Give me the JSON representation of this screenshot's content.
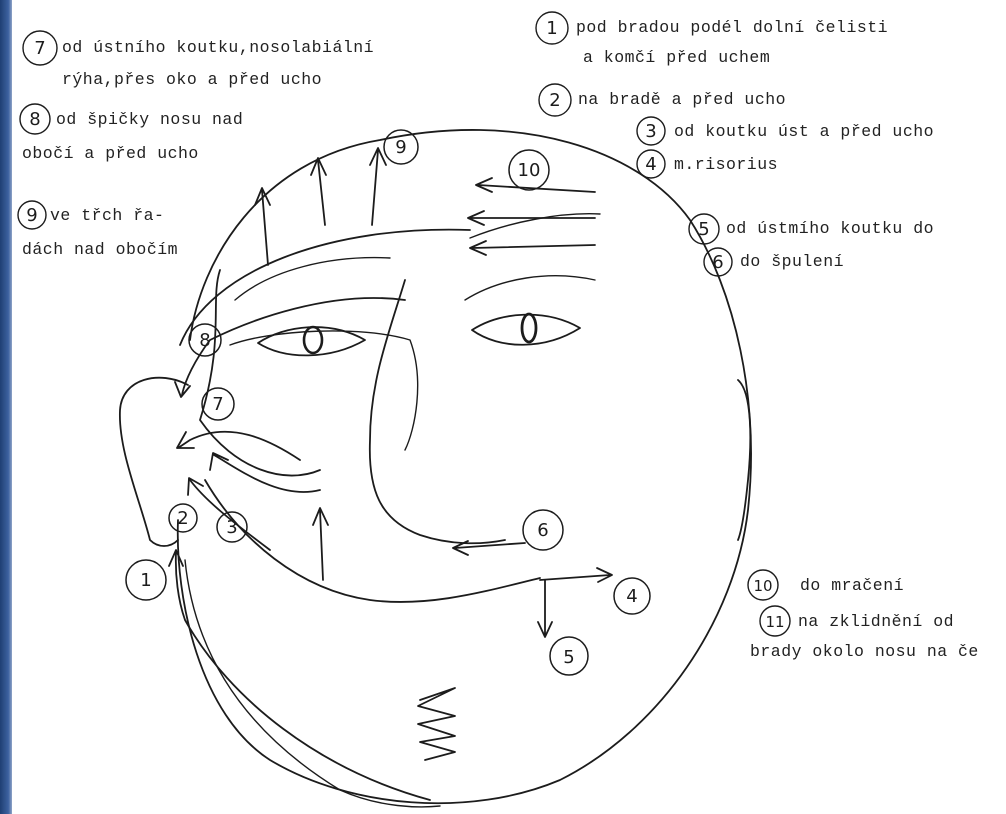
{
  "colors": {
    "ink": "#1c1c1c",
    "paper": "#ffffff",
    "edge": "#2e4f86"
  },
  "notes": {
    "n1_l1": "pod bradou podél dolní čelisti",
    "n1_l2": "a komčí před uchem",
    "n2": "na bradě a před ucho",
    "n3": "od koutku úst a před ucho",
    "n4": "m.risorius",
    "n5": "od ústmího koutku do",
    "n6": "do špulení",
    "n7_l1": "od ústního koutku,nosolabiální",
    "n7_l2": "rýha,přes oko a před ucho",
    "n8_l1": "od špičky nosu nad",
    "n8_l2": "obočí a před ucho",
    "n9_l1": "ve třch řa-",
    "n9_l2": "dách nad obočím",
    "n10": "do mračení",
    "n11_l1": "na zklidnění od",
    "n11_l2": "brady okolo nosu na če"
  },
  "markers": {
    "m1": "1",
    "m2": "2",
    "m3": "3",
    "m4": "4",
    "m5": "5",
    "m6": "6",
    "m7": "7",
    "m8": "8",
    "m9": "9",
    "m10": "10",
    "m11": "11"
  },
  "face_labels": {
    "one": "1",
    "two": "2",
    "three": "3",
    "four": "4",
    "five": "5",
    "six": "6",
    "seven": "7",
    "eight": "8",
    "nine": "9",
    "ten": "10"
  }
}
